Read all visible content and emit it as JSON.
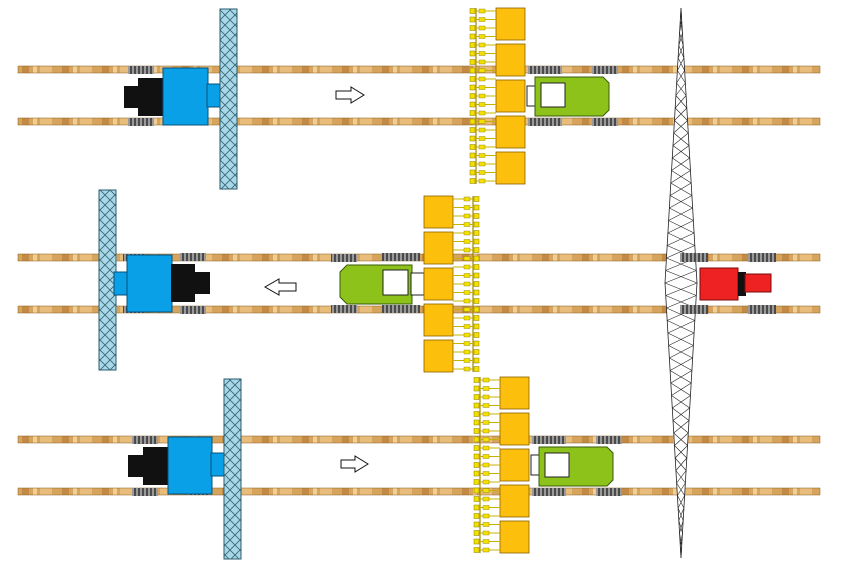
{
  "title": "",
  "colors": {
    "background": "#ffffff",
    "track_wood": "#d6a45c",
    "track_wood_dark": "#9a6a2a",
    "blue_tractor": "#0aa0e8",
    "cab_black": "#111111",
    "boom_fill": "#a8d8e8",
    "green_tractor": "#8cc21a",
    "seeder_orange": "#fcc00c",
    "seeder_yellow": "#f4e000",
    "red_tractor": "#ee2222",
    "tire_gray": "#6a6a6a"
  },
  "icons": {
    "arrow_right": "arrow-right-icon",
    "arrow_left": "arrow-left-icon",
    "tractor": "tractor-icon",
    "sprayer_boom": "sprayer-boom-icon",
    "seeder_bar": "seeder-bar-icon",
    "lattice_boom": "lattice-boom-icon"
  },
  "lanes": [
    {
      "id": "lane-1",
      "direction": "right"
    },
    {
      "id": "lane-2",
      "direction": "left"
    },
    {
      "id": "lane-3",
      "direction": "right"
    }
  ]
}
